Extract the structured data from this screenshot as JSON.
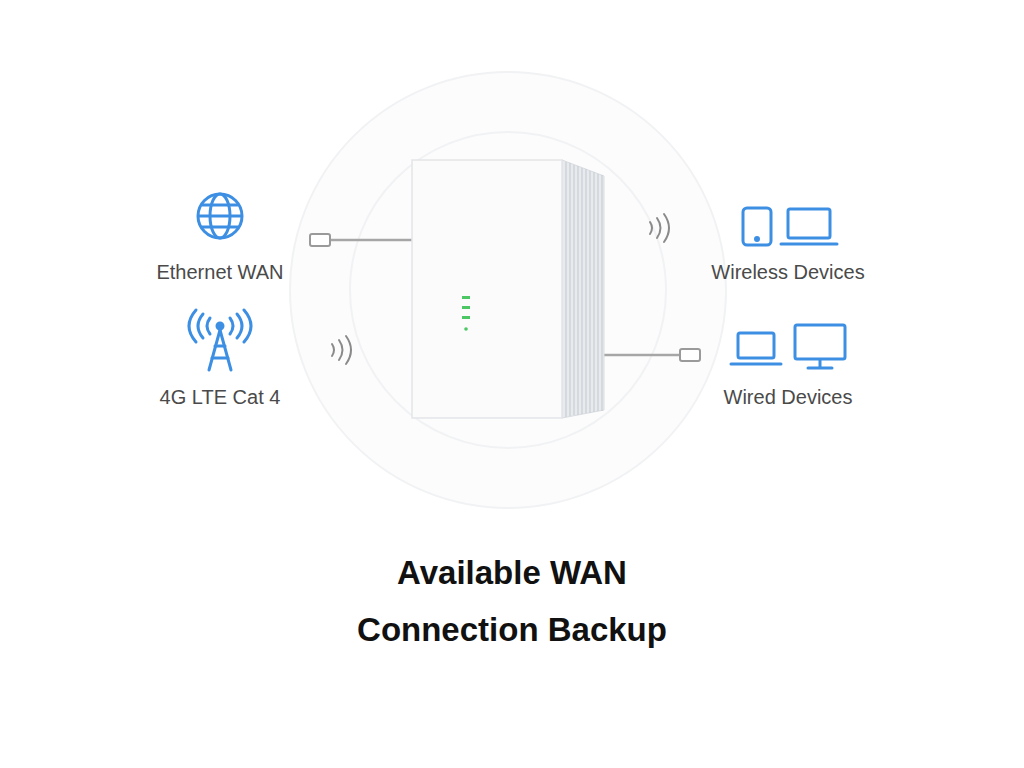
{
  "diagram": {
    "title": "Available WAN Connection Backup",
    "labels": [
      "Ethernet WAN",
      "4G LTE Cat 4",
      "Wireless Devices",
      "Wired Devices"
    ]
  }
}
